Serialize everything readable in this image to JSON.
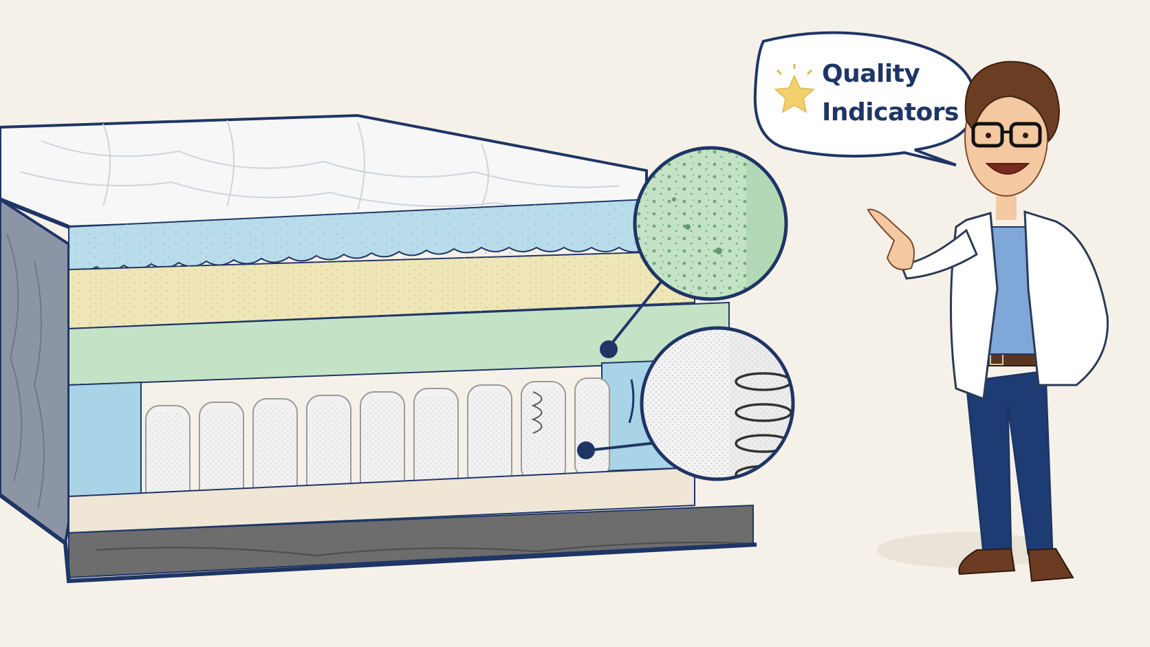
{
  "speech_bubble": {
    "line1": "Quality",
    "line2": "Indicators",
    "icon": "star-icon"
  },
  "colors": {
    "background": "#f6f1e8",
    "outline": "#1f3566",
    "comfort_foam": "#b9dcea",
    "memory_foam": "#efe6b8",
    "support_foam": "#c4e3c6",
    "edge_foam": "#a9d3e6",
    "pocket_coils": "#f1f1f1",
    "base_layer": "#6d6d6d",
    "quilted_top": "#f7f7f7",
    "side_panel": "#8892a2",
    "star": "#f2d06b"
  },
  "callouts": [
    {
      "name": "foam-density-magnifier",
      "icon": "magnifier-foam-icon"
    },
    {
      "name": "coil-magnifier",
      "icon": "magnifier-coil-icon"
    }
  ],
  "character": {
    "icon": "scientist-pointing-icon"
  }
}
